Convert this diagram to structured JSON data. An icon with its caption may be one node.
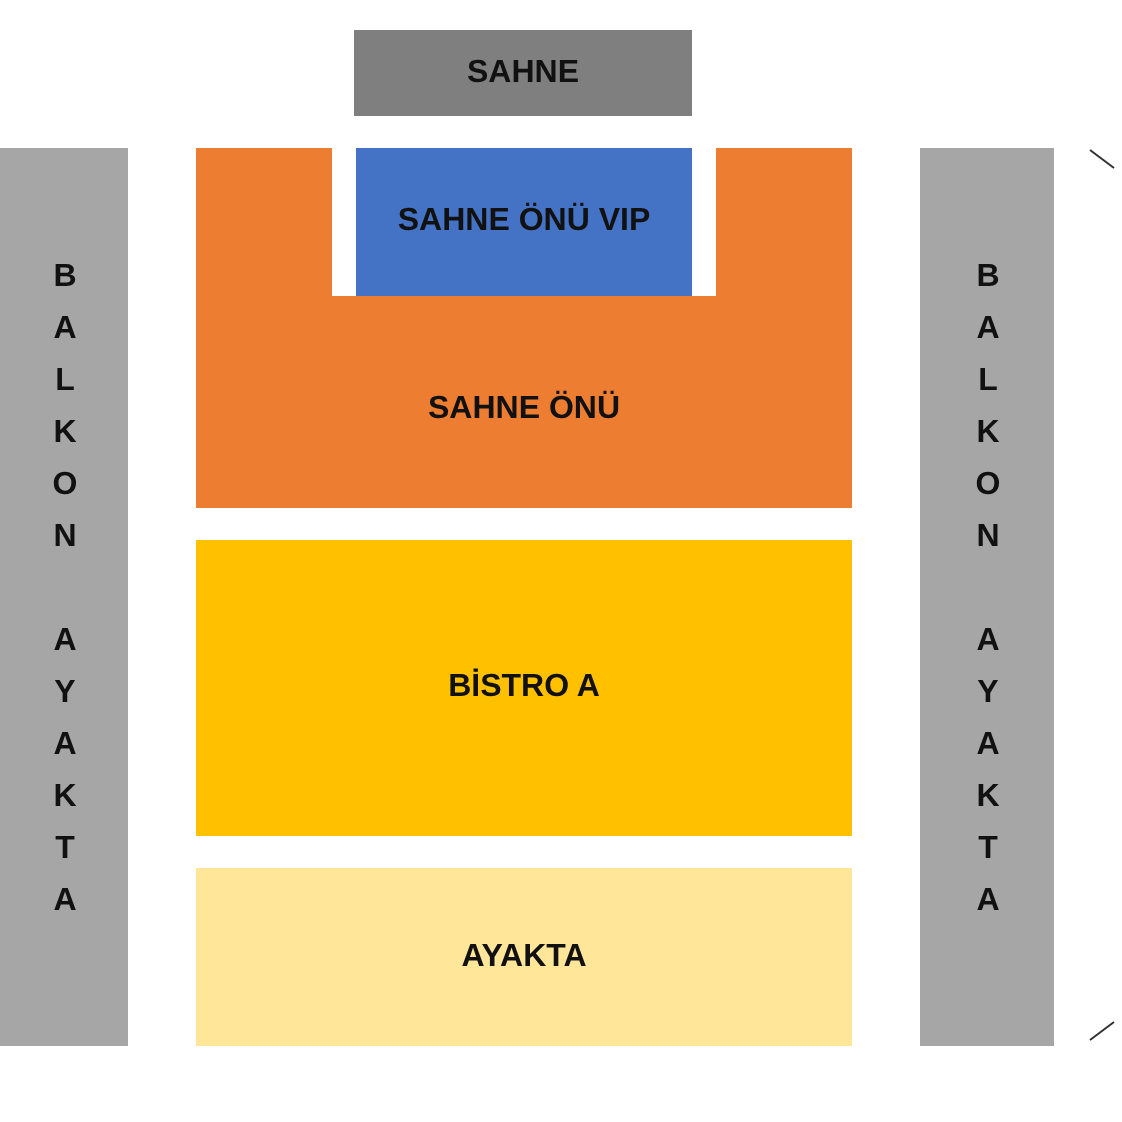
{
  "diagram": {
    "nodes": [
      {
        "text": [
          "SAHNE"
        ]
      },
      {
        "text": [
          "BALKON AYAKTA"
        ]
      },
      {
        "text": [
          "SAHNE ÖNÜ"
        ]
      },
      {
        "text": [
          "SAHNE ÖNÜ VIP"
        ],
        "in": 2
      },
      {
        "text": [
          "BİSTRO A"
        ]
      },
      {
        "text": [
          "AYAKTA"
        ]
      },
      {
        "text": [
          "BALKON AYAKTA"
        ]
      }
    ]
  }
}
